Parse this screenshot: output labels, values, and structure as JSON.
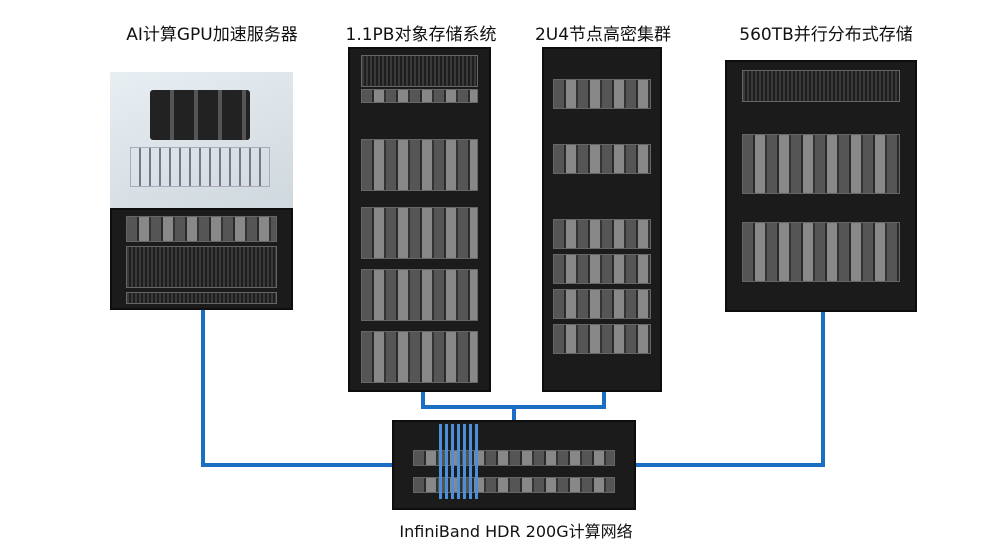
{
  "labels": {
    "gpu_server": "AI计算GPU加速服务器",
    "object_storage": "1.1PB对象存储系统",
    "hpc_cluster": "2U4节点高密集群",
    "parallel_storage": "560TB并行分布式存储"
  },
  "network_caption": "InfiniBand HDR 200G计算网络",
  "colors": {
    "cable": "#1a6fc4"
  }
}
